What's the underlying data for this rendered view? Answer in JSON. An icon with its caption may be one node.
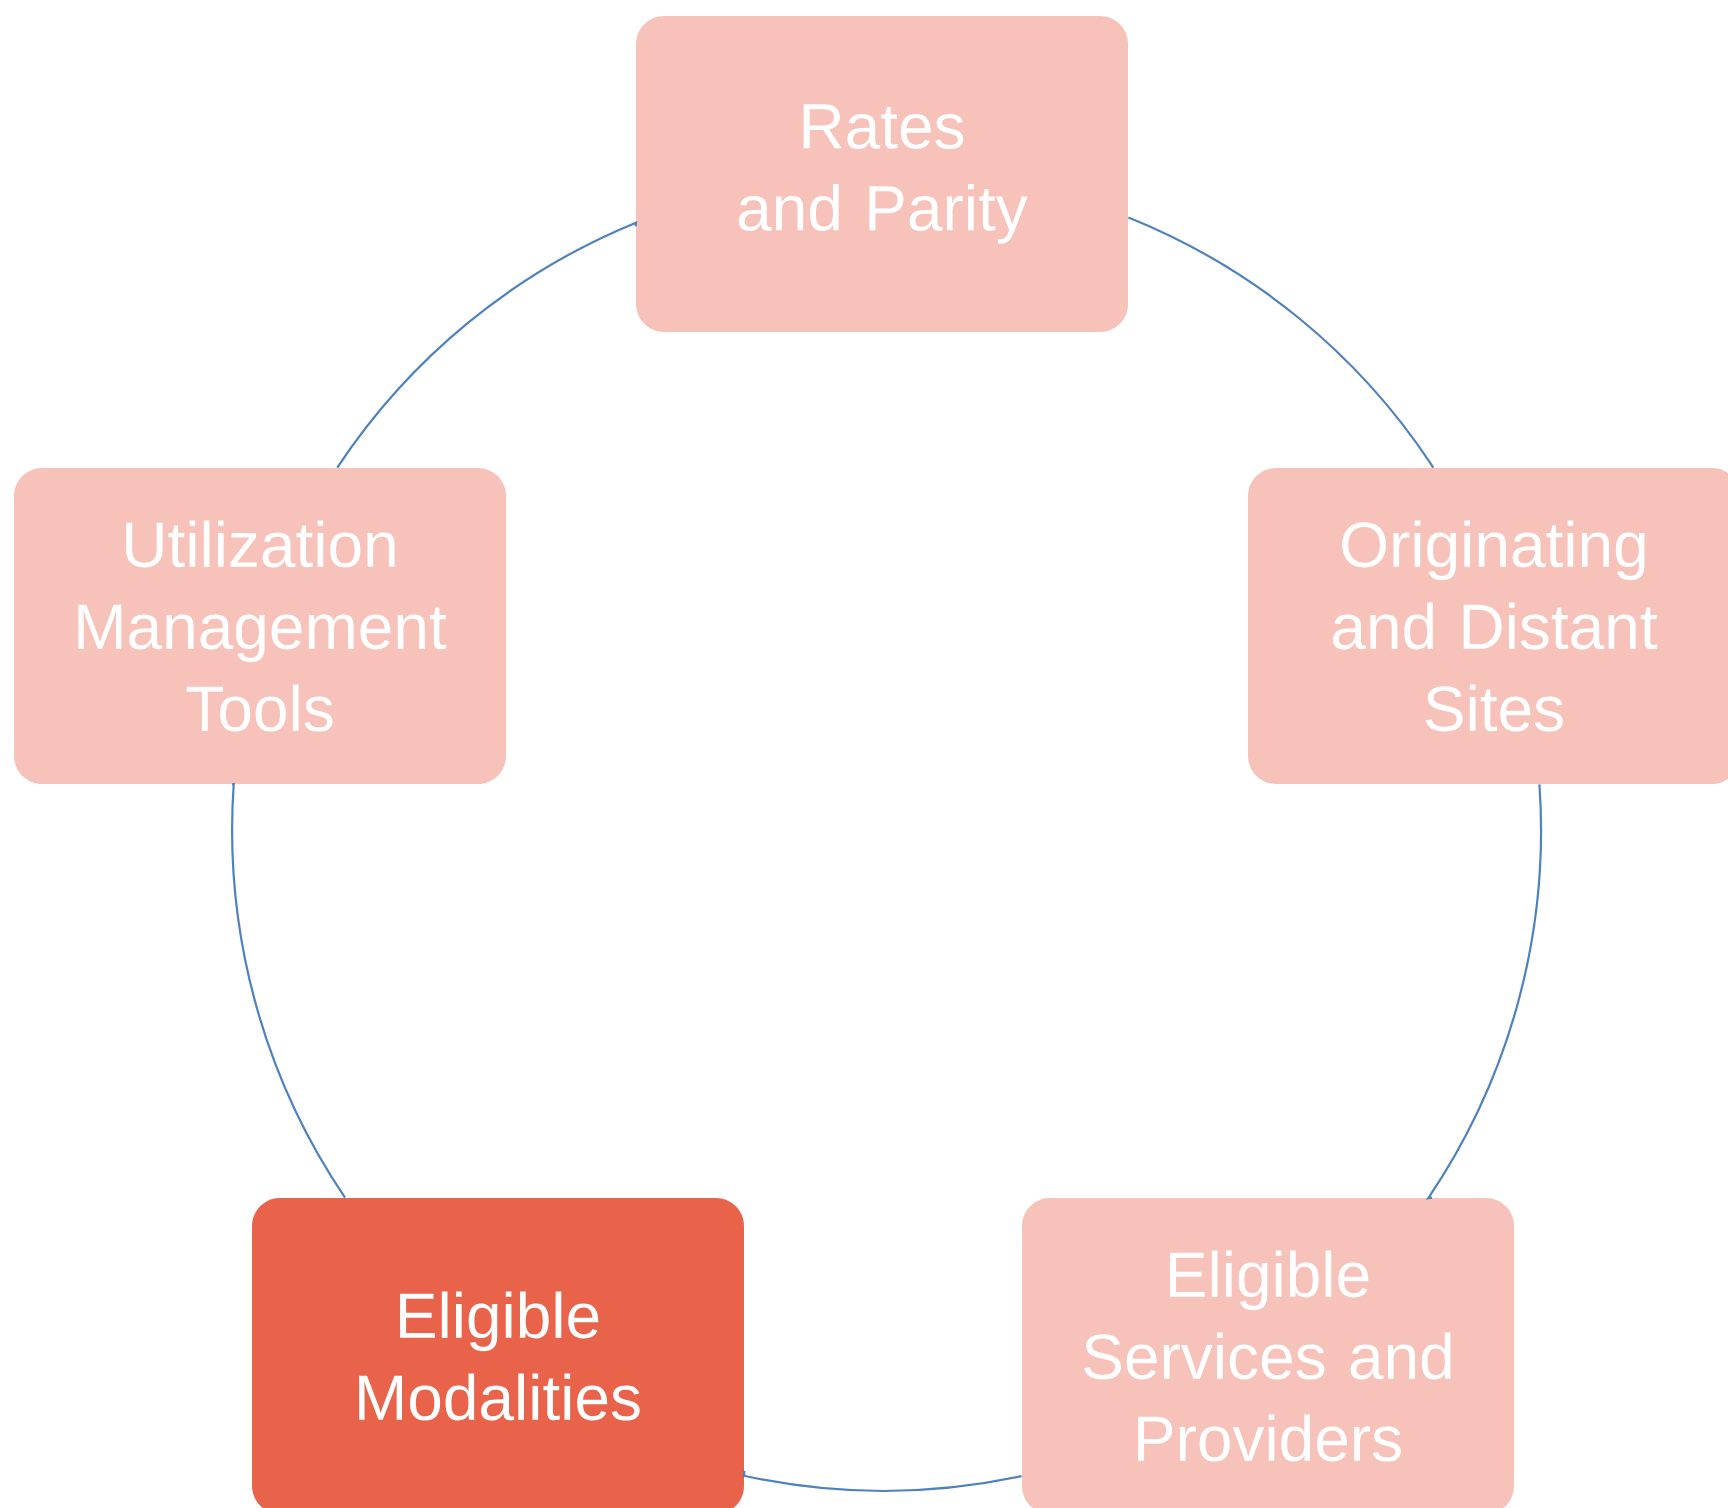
{
  "diagram": {
    "nodes": [
      {
        "text": [
          "Rates and Parity"
        ]
      },
      {
        "text": [
          "Utilization Management Tools"
        ]
      },
      {
        "text": [
          "Originating and Distant Sites"
        ]
      },
      {
        "text": [
          "Eligible Modalities"
        ]
      },
      {
        "text": [
          "Eligible Services and Providers"
        ]
      }
    ],
    "edges": [
      {
        "from": 0,
        "to": 2,
        "arrow": "none"
      },
      {
        "from": 2,
        "to": 4,
        "arrow": "none"
      },
      {
        "from": 4,
        "to": 3,
        "arrow": "none"
      },
      {
        "from": 3,
        "to": 1,
        "arrow": "none"
      },
      {
        "from": 1,
        "to": 0,
        "arrow": "none"
      }
    ]
  }
}
